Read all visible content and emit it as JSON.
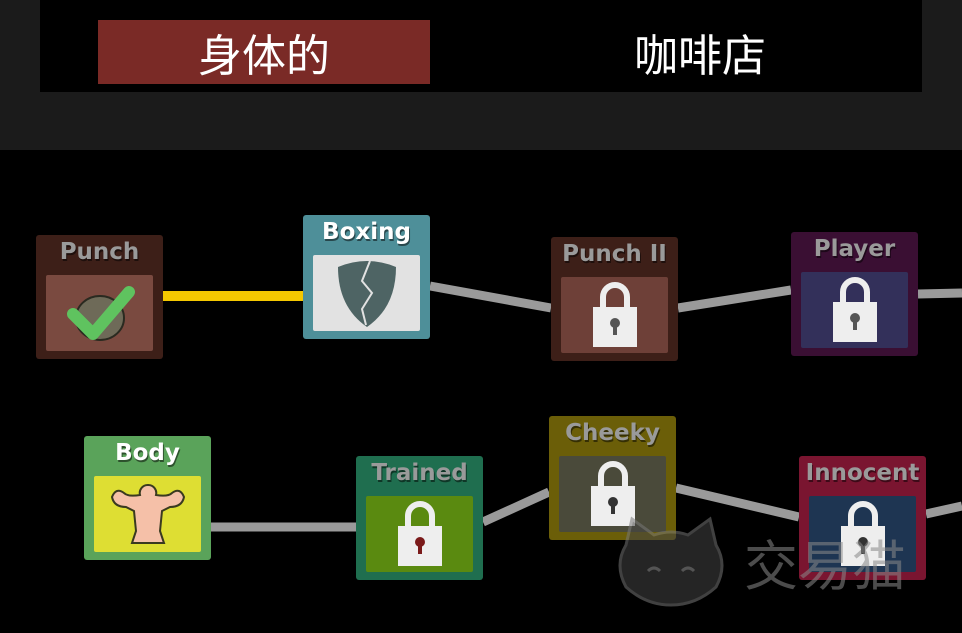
{
  "tabs": [
    {
      "label": "身体的",
      "active": true
    },
    {
      "label": "咖啡店",
      "active": false
    }
  ],
  "nodes": [
    {
      "name": "Punch",
      "state": "completed",
      "icon": "fist-icon"
    },
    {
      "name": "Boxing",
      "state": "available",
      "icon": "cracked-shield-icon"
    },
    {
      "name": "Punch II",
      "state": "locked",
      "icon": "fist-icon"
    },
    {
      "name": "Player",
      "state": "locked",
      "icon": "key-icon"
    },
    {
      "name": "Body",
      "state": "available",
      "icon": "muscle-icon"
    },
    {
      "name": "Trained",
      "state": "locked",
      "icon": "sneaker-icon"
    },
    {
      "name": "Cheeky",
      "state": "locked",
      "icon": "book-icon"
    },
    {
      "name": "Innocent",
      "state": "locked",
      "icon": "book-icon"
    }
  ],
  "colors": {
    "completed_link": "#f5c800",
    "locked_link": "#9a9a9a",
    "active_tab": "#7a2a26"
  },
  "watermark": "交易猫"
}
